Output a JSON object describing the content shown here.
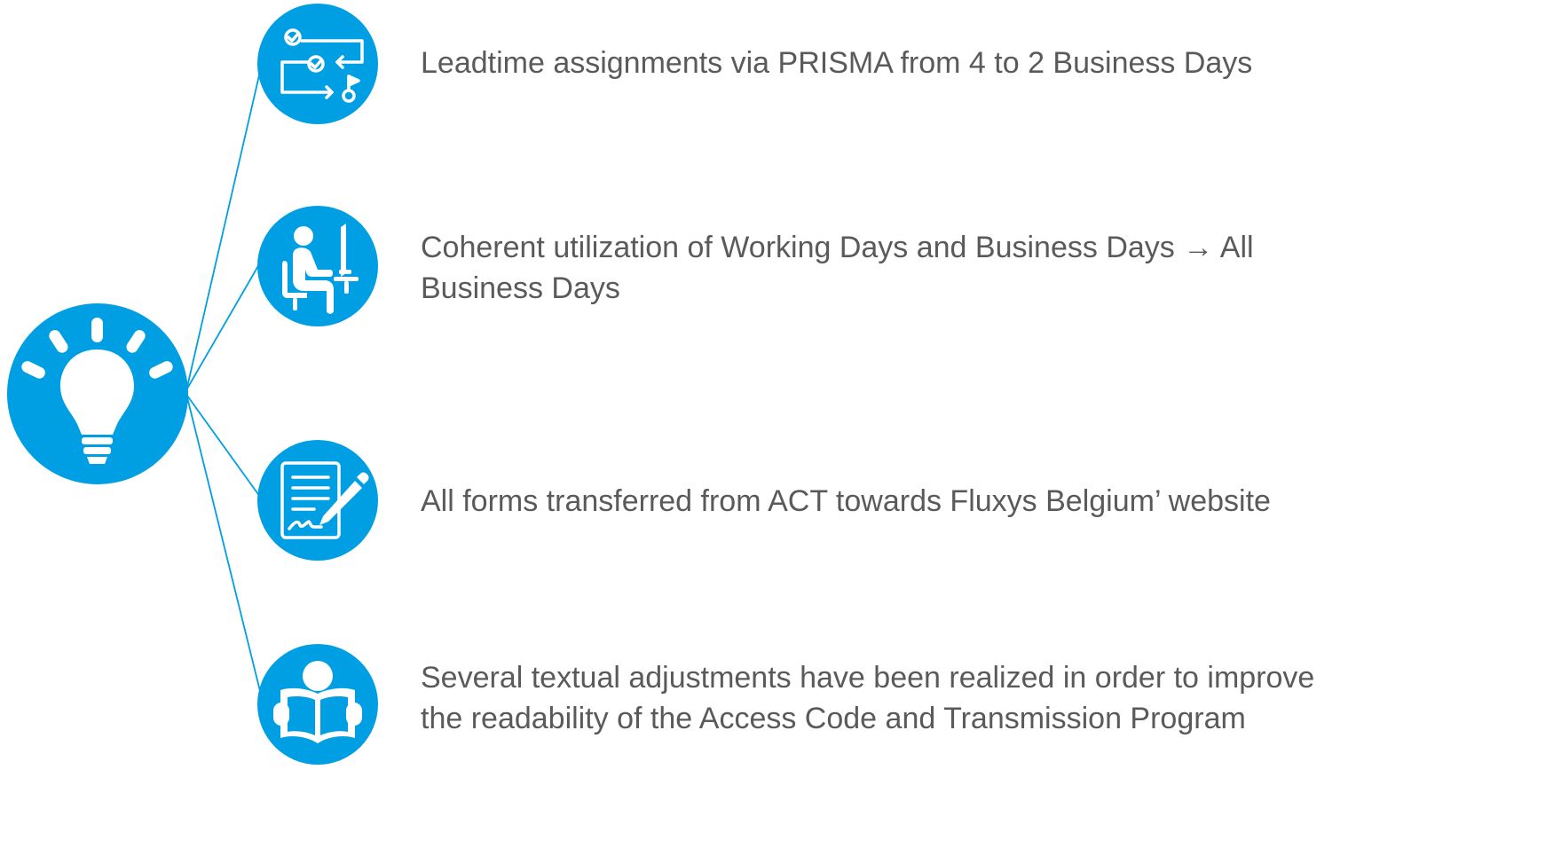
{
  "colors": {
    "accent": "#009fe3",
    "text": "#5a5a5a",
    "icon_fill": "#ffffff"
  },
  "hub": {
    "icon": "lightbulb-icon"
  },
  "items": [
    {
      "icon": "checklist-flow-icon",
      "text": "Leadtime assignments via PRISMA from 4 to 2 Business Days"
    },
    {
      "icon": "person-at-desk-icon",
      "text": "Coherent utilization of Working Days and Business Days → All Business Days"
    },
    {
      "icon": "signed-document-icon",
      "text": "All forms transferred from ACT towards Fluxys Belgium’ website"
    },
    {
      "icon": "reading-book-icon",
      "text": "Several textual adjustments have been realized in order to improve the readability of the Access Code and Transmission Program"
    }
  ]
}
